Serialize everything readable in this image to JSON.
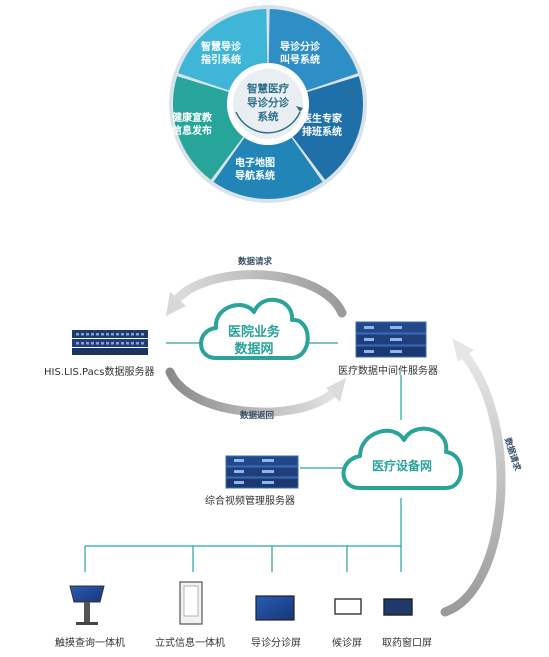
{
  "wheel": {
    "center": [
      "智慧医疗",
      "导诊分诊",
      "系统"
    ],
    "segments": [
      {
        "lines": [
          "智慧导诊",
          "指引系统"
        ],
        "color": "#3fb6d8"
      },
      {
        "lines": [
          "导诊分诊",
          "叫号系统"
        ],
        "color": "#2e8fc6"
      },
      {
        "lines": [
          "医生专家",
          "排班系统"
        ],
        "color": "#1f6fa8"
      },
      {
        "lines": [
          "电子地图",
          "导航系统"
        ],
        "color": "#2285b8"
      },
      {
        "lines": [
          "健康宣教",
          "信息发布"
        ],
        "color": "#27a59b"
      }
    ]
  },
  "network": {
    "cloud_main": [
      "医院业务",
      "数据网"
    ],
    "cloud_device": "医疗设备网",
    "arrow_top": "数据请求",
    "arrow_bottom": "数据返回",
    "arrow_right": "数据请求",
    "server_left": "HIS.LIS.Pacs数据服务器",
    "server_right": "医疗数据中间件服务器",
    "server_video": "综合视频管理服务器"
  },
  "devices": [
    {
      "label": "触摸查询一体机",
      "icon": "kiosk-icon"
    },
    {
      "label": "立式信息一体机",
      "icon": "standing-display-icon"
    },
    {
      "label": "导诊分诊屏",
      "icon": "guide-screen-icon"
    },
    {
      "label": "候诊屏",
      "icon": "waiting-screen-icon"
    },
    {
      "label": "取药窗口屏",
      "icon": "pharmacy-screen-icon"
    }
  ]
}
